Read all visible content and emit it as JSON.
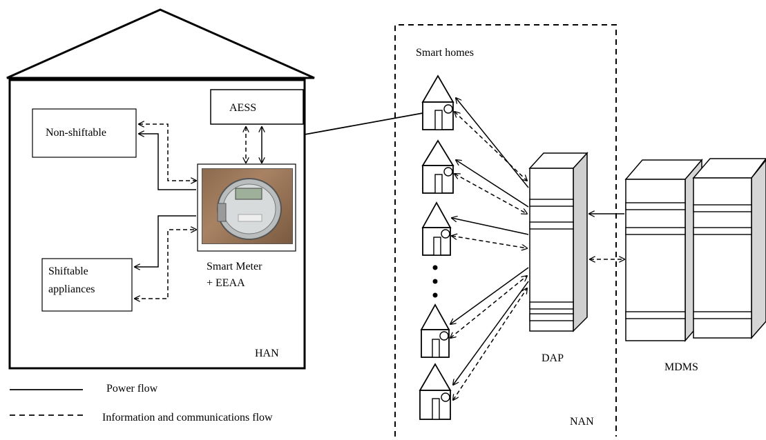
{
  "han": {
    "aess_label": "AESS",
    "non_shiftable_label": "Non-shiftable",
    "shiftable_label_line1": "Shiftable",
    "shiftable_label_line2": "appliances",
    "smart_meter_label_line1": "Smart Meter",
    "smart_meter_label_line2": "+ EEAA",
    "han_label": "HAN"
  },
  "nan": {
    "smart_homes_label": "Smart homes",
    "dap_label": "DAP",
    "nan_label": "NAN"
  },
  "mdms": {
    "label": "MDMS"
  },
  "legend": {
    "power_flow": "Power flow",
    "info_flow": "Information and communications flow"
  }
}
